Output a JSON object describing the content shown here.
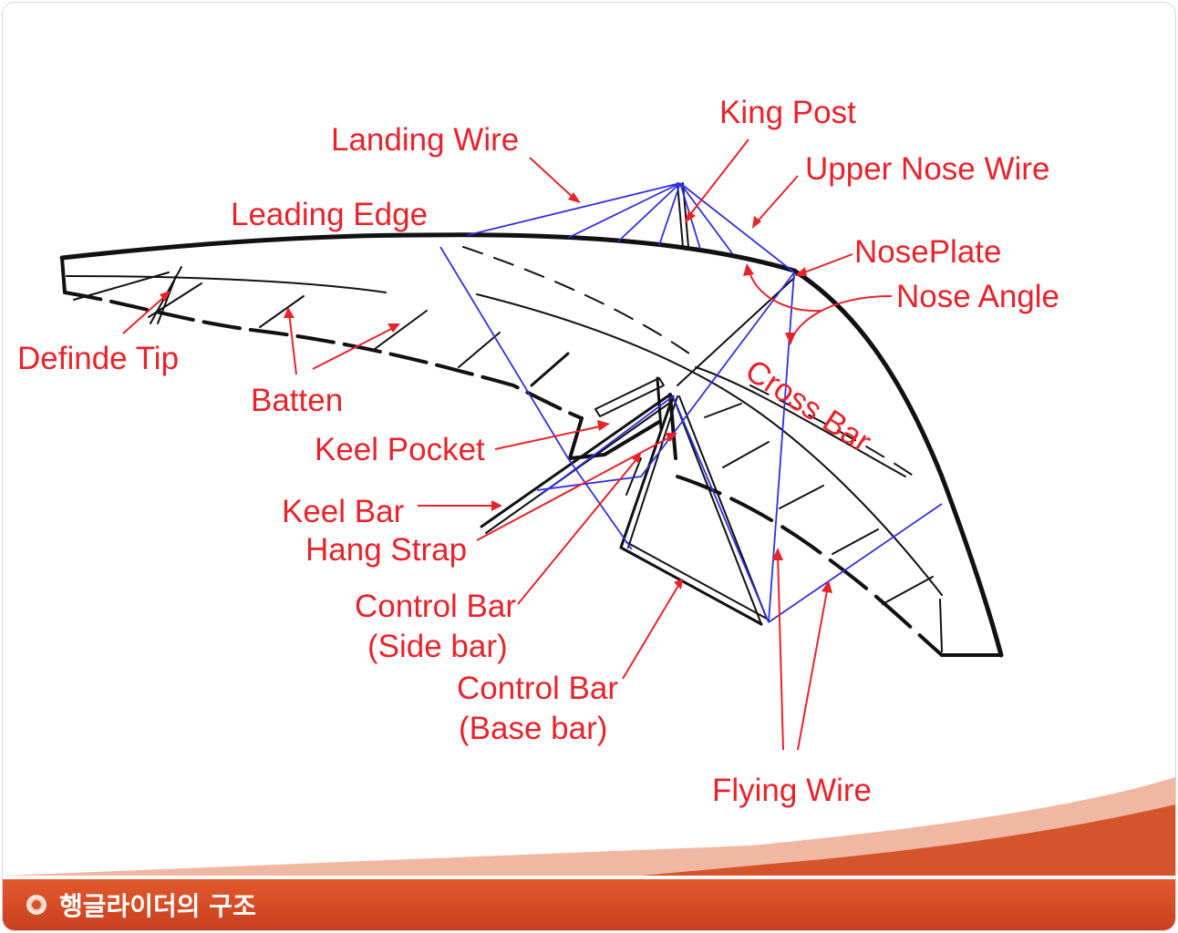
{
  "diagram": {
    "labels": {
      "king_post": "King Post",
      "landing_wire": "Landing Wire",
      "upper_nose_wire": "Upper Nose Wire",
      "leading_edge": "Leading Edge",
      "nose_plate": "NosePlate",
      "nose_angle": "Nose Angle",
      "definde_tip": "Definde Tip",
      "batten": "Batten",
      "cross_bar": "Cross Bar",
      "keel_pocket": "Keel Pocket",
      "keel_bar": "Keel Bar",
      "hang_strap": "Hang Strap",
      "control_bar_side_1": "Control Bar",
      "control_bar_side_2": "(Side bar)",
      "control_bar_base_1": "Control Bar",
      "control_bar_base_2": "(Base bar)",
      "flying_wire": "Flying Wire"
    }
  },
  "footer": {
    "title": "행글라이더의 구조"
  },
  "colors": {
    "label": "#e8232b",
    "wire": "#3030e0",
    "structure": "#111111",
    "footer": "#d44a24"
  }
}
